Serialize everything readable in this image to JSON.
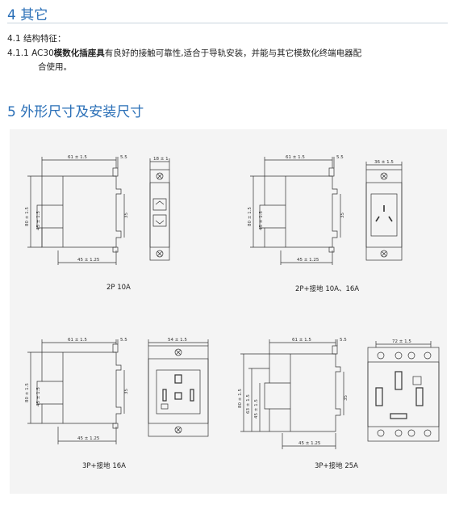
{
  "section4": {
    "heading": "4 其它",
    "item_41": "4.1 结构特征：",
    "item_411_num": "4.1.1 ",
    "item_411_prefix": "AC30",
    "item_411_bold": "模数化插座具",
    "item_411_rest": "有良好的接触可靠性,适合于导轨安装，并能与其它模数化终端电器配",
    "item_411_cont": "合使用。"
  },
  "section5": {
    "heading": "5 外形尺寸及安装尺寸"
  },
  "drawings": {
    "d1": {
      "caption": "2P   10A",
      "dim_width": "61 ± 1.5",
      "dim_top_small": "5.5",
      "dim_height": "80 ± 1.5",
      "dim_height_inner": "45 ± 1.5",
      "dim_rail": "35",
      "dim_bottom": "45 ± 1.25",
      "dim_front_width": "18 ± 1"
    },
    "d2": {
      "caption": "2P+接地   10A、16A",
      "dim_width": "61 ± 1.5",
      "dim_top_small": "5.5",
      "dim_height": "80 ± 1.5",
      "dim_height_inner": "45 ± 1.5",
      "dim_rail": "35",
      "dim_bottom": "45 ± 1.25",
      "dim_front_width": "36 ± 1.5"
    },
    "d3": {
      "caption": "3P+接地   16A",
      "dim_width": "61 ± 1.5",
      "dim_top_small": "5.5",
      "dim_height": "80 ± 1.5",
      "dim_height_inner": "45 ± 1.5",
      "dim_rail": "35",
      "dim_bottom": "45 ± 1.25",
      "dim_front_width": "54 ± 1.5"
    },
    "d4": {
      "caption": "3P+接地   25A",
      "dim_width": "61 ± 1.5",
      "dim_top_small": "5.5",
      "dim_height": "80 ± 1.5",
      "dim_height_mid": "63 ± 1.5",
      "dim_height_inner": "45 ± 1.5",
      "dim_rail": "35",
      "dim_bottom": "45 ± 1.25",
      "dim_front_width": "72 ± 1.5"
    }
  }
}
